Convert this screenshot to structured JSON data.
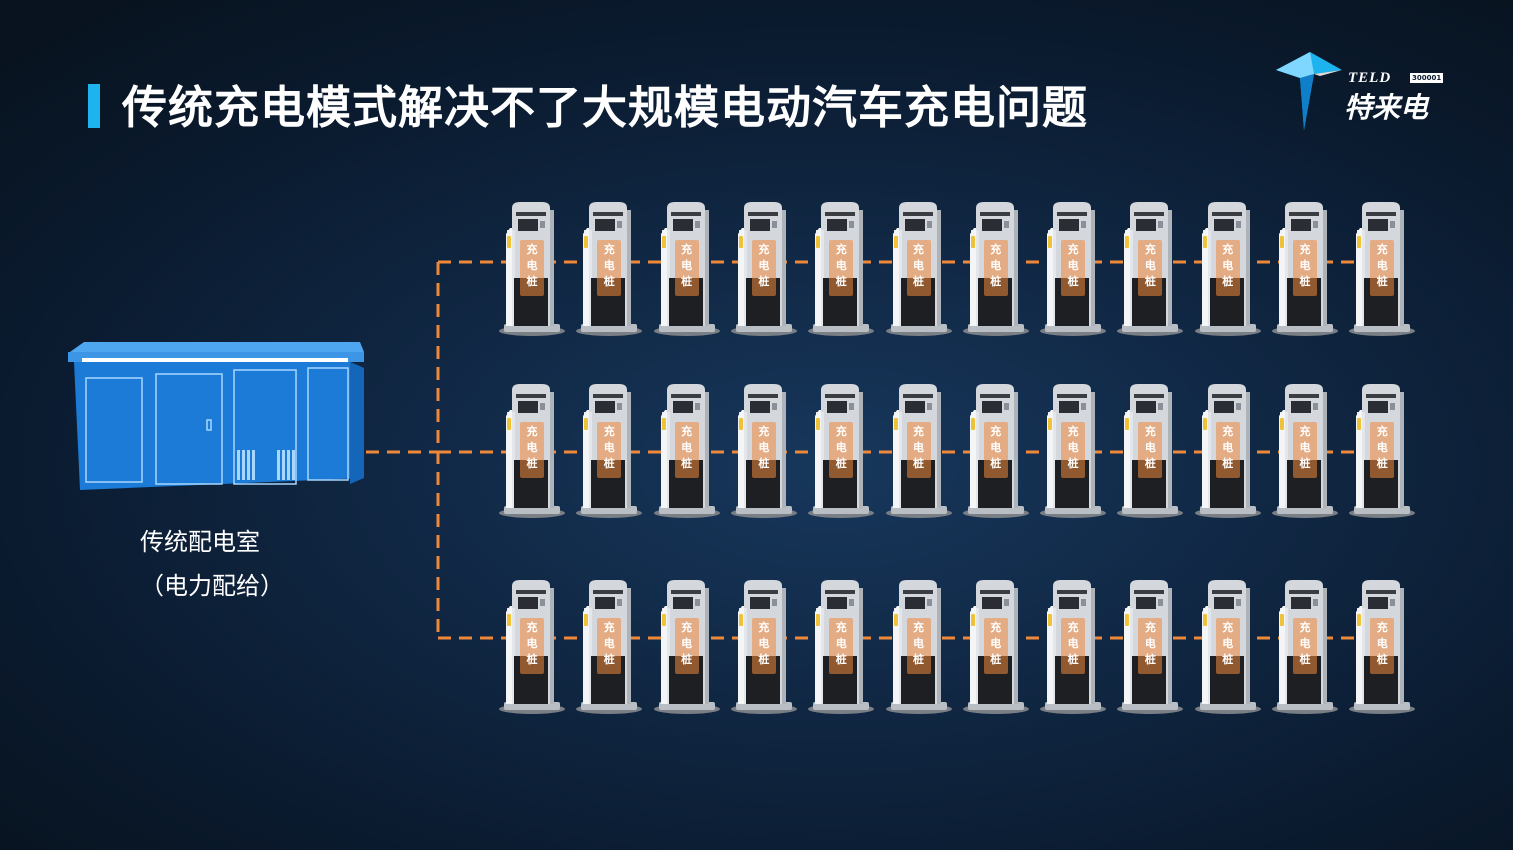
{
  "title": "传统充电模式解决不了大规模电动汽车充电问题",
  "logo": {
    "brand": "TELD",
    "code": "300001",
    "name_cn": "特来电"
  },
  "substation": {
    "caption_line1": "传统配电室",
    "caption_line2": "（电力配给）"
  },
  "charger": {
    "label": [
      "充",
      "电",
      "桩"
    ],
    "rows": 3,
    "columns": 12
  },
  "colors": {
    "accent": "#1db3ee",
    "wire": "#f0883a",
    "substation": "#2a8ee8",
    "background": "#0d2138"
  }
}
